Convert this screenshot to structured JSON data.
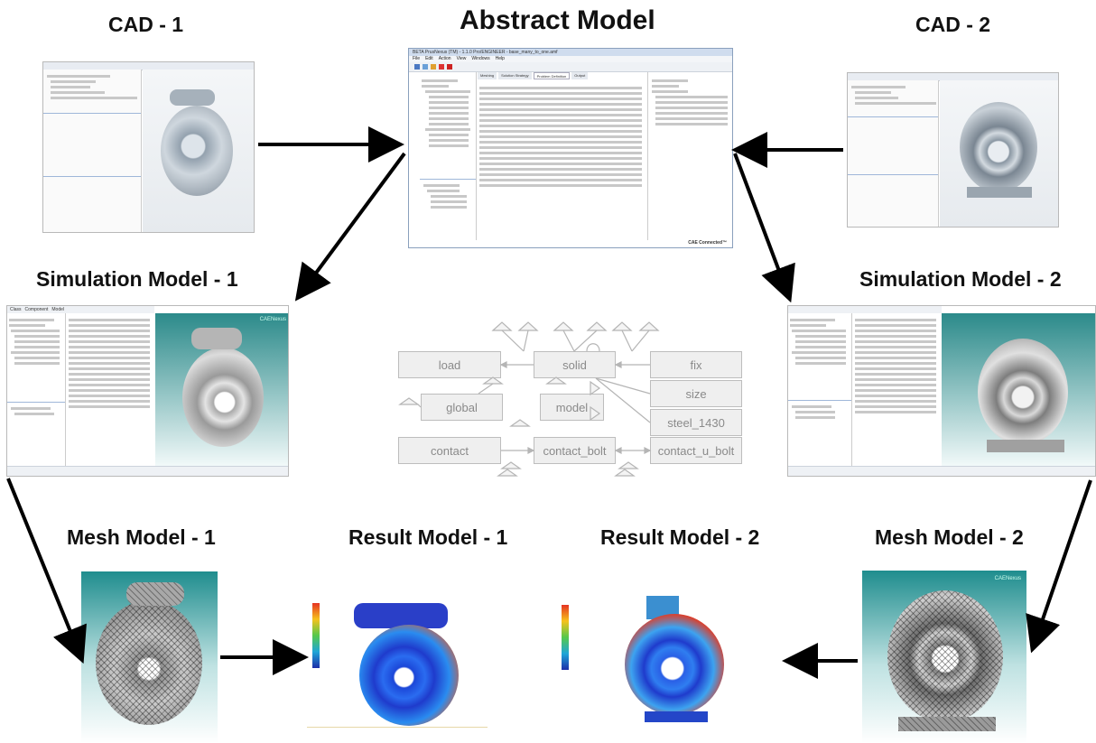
{
  "titles": {
    "abstract": "Abstract Model",
    "cad1": "CAD - 1",
    "cad2": "CAD - 2",
    "sim1": "Simulation Model - 1",
    "sim2": "Simulation Model - 2",
    "mesh1": "Mesh Model - 1",
    "mesh2": "Mesh Model - 2",
    "result1": "Result Model - 1",
    "result2": "Result Model - 2"
  },
  "abstract_window": {
    "title_bar": "BETA PrusNexus (TM) - 1.1.0 Pro/ENGINEER - base_many_to_one.amf",
    "menu": [
      "File",
      "Edit",
      "Action",
      "View",
      "Windows",
      "Help"
    ],
    "tabs": [
      "Meshing",
      "Solution Strategy",
      "Problem Definition",
      "Output"
    ],
    "footer": "CAE Connected™"
  },
  "sim_window": {
    "tabs": [
      "Class",
      "Component",
      "Model"
    ]
  },
  "graph_nodes": {
    "load": "load",
    "solid": "solid",
    "fix": "fix",
    "size": "size",
    "global": "global",
    "model": "model",
    "steel": "steel_1430",
    "contact": "contact",
    "contact_bolt": "contact_bolt",
    "contact_u_bolt": "contact_u_bolt"
  },
  "watermark": "CAENexus",
  "colors": {
    "arrow": "#000000",
    "node_fill": "#efefef",
    "node_text": "#8a8a8a",
    "mesh_bg": "#1f8d8e",
    "result_hot": "#e53322",
    "result_cold": "#1d2ea8"
  }
}
